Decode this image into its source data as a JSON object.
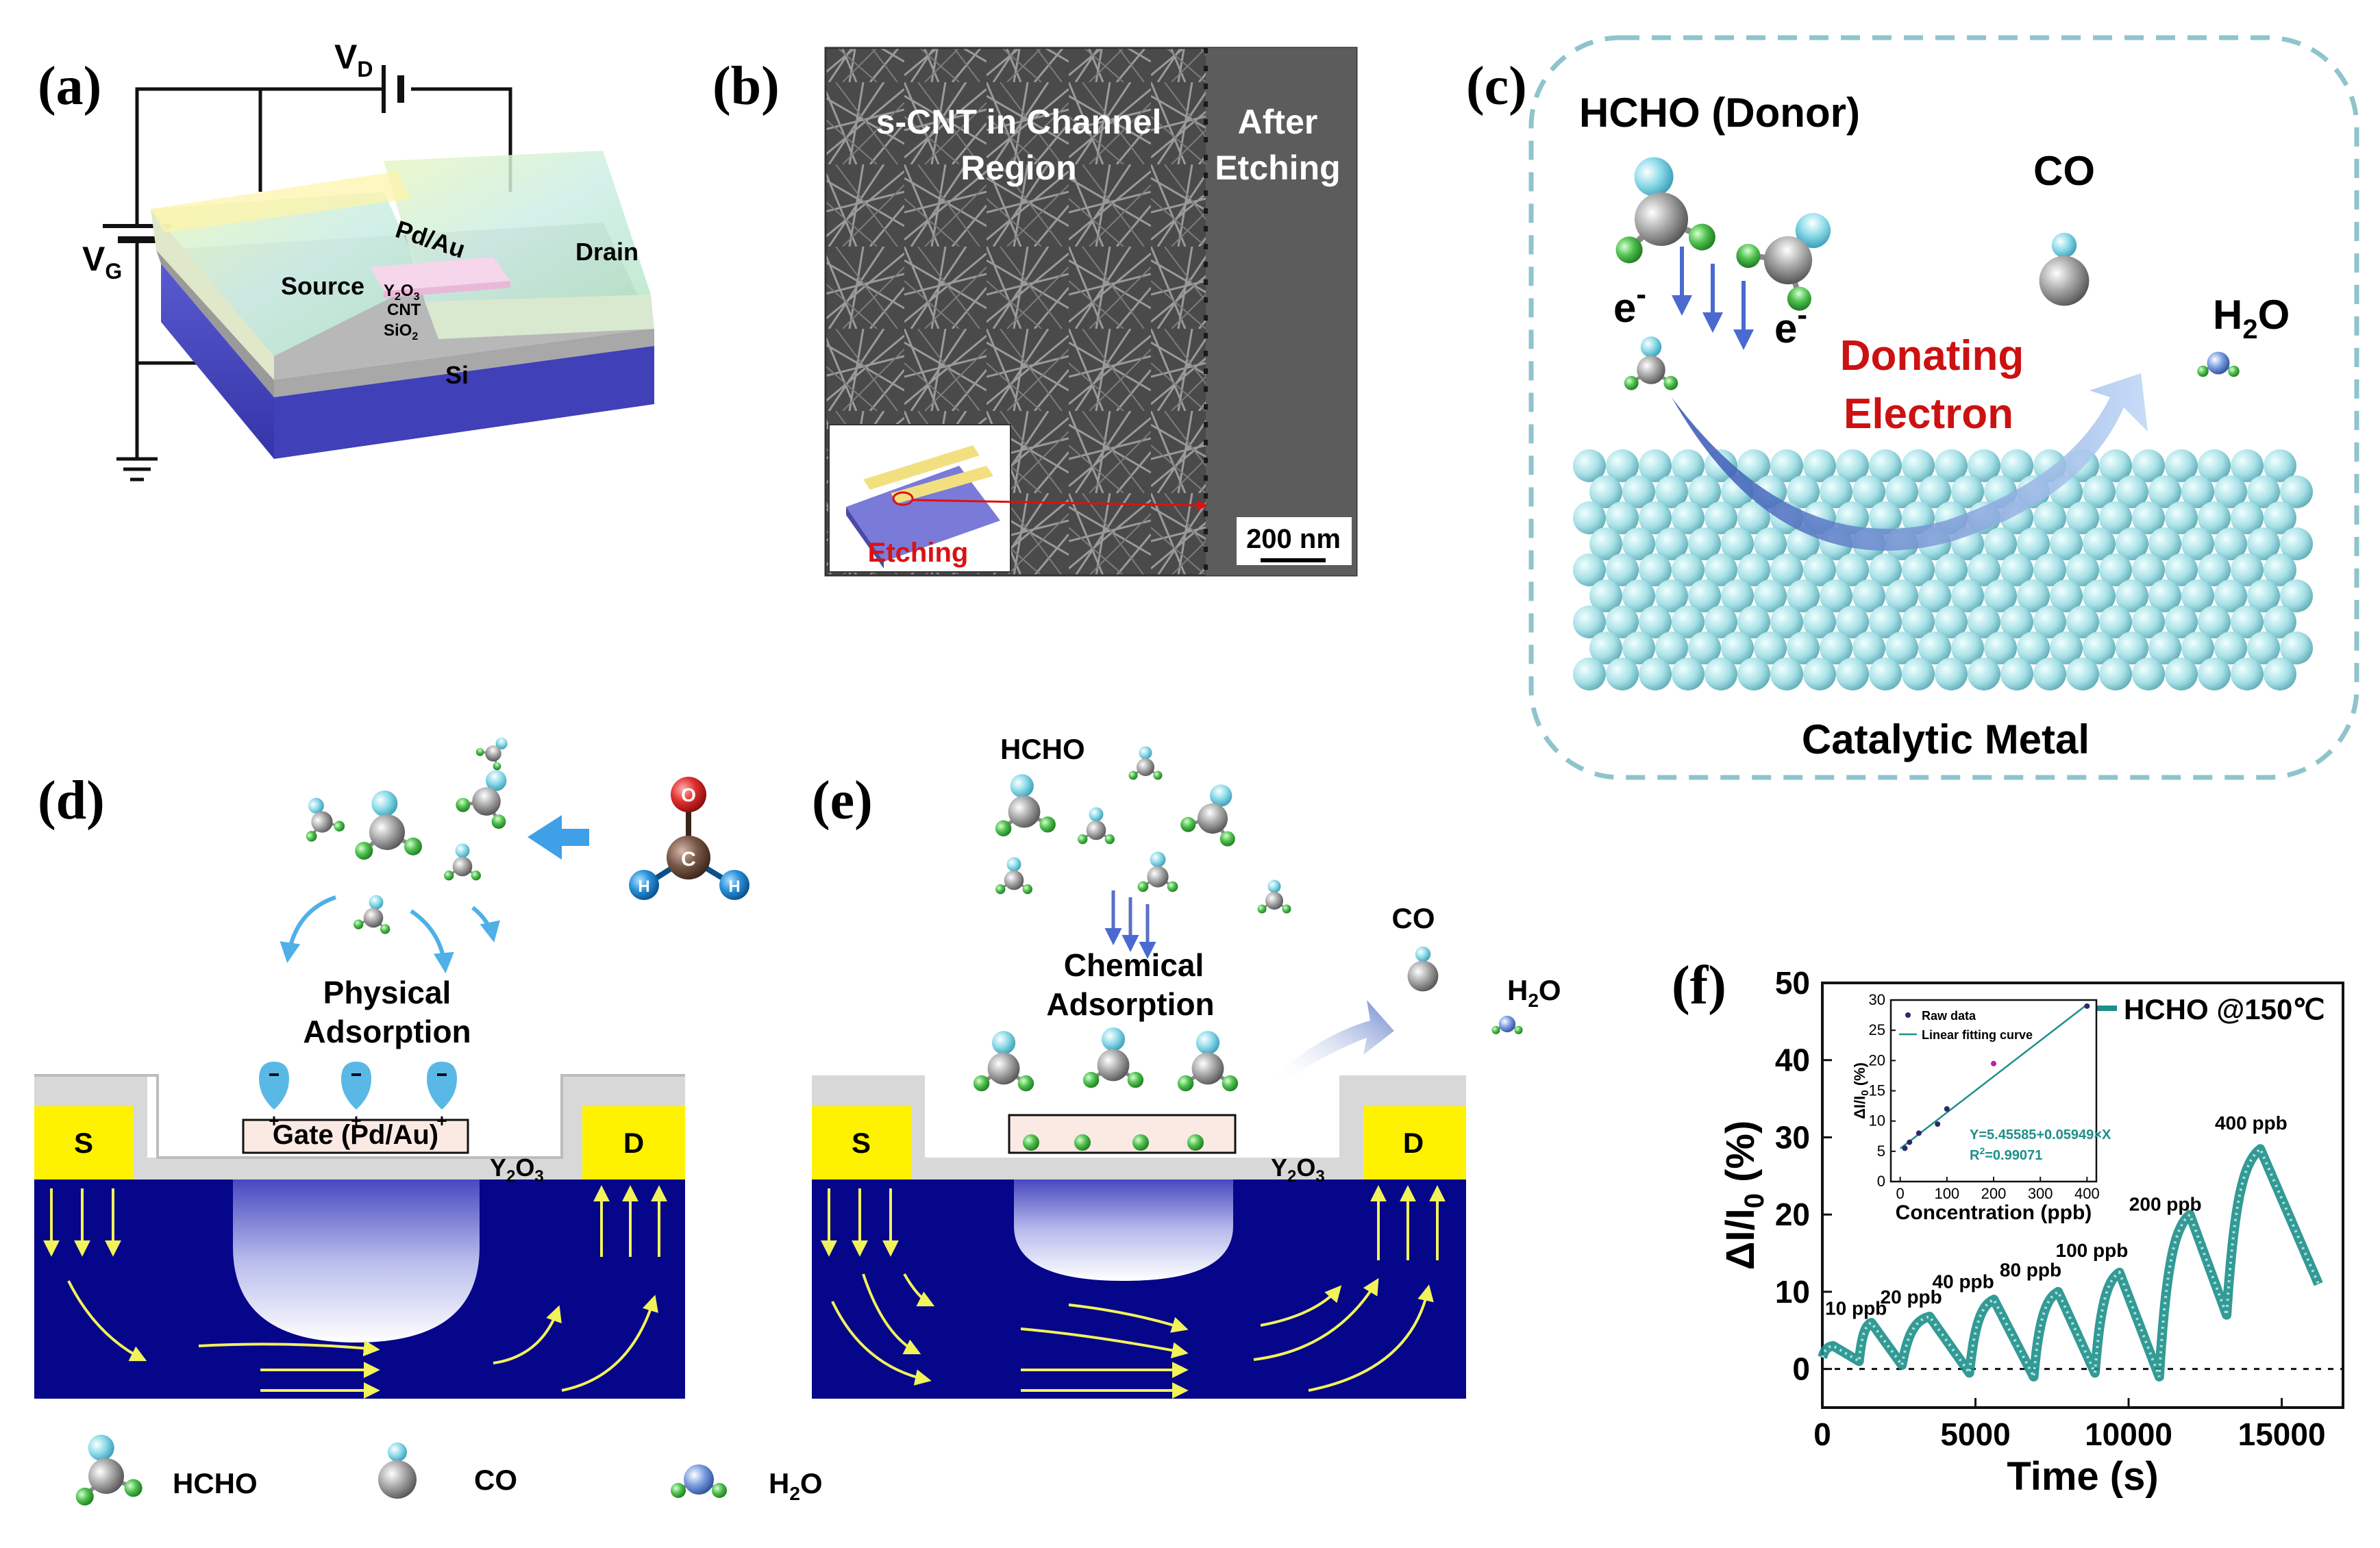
{
  "panels": {
    "a": {
      "label": "(a)",
      "vd": "V",
      "vd_sub": "D",
      "vg": "V",
      "vg_sub": "G",
      "pdau": "Pd/Au",
      "source": "Source",
      "drain": "Drain",
      "y2o3_1": "Y",
      "y2o3_sub1": "2",
      "y2o3_2": "O",
      "y2o3_sub2": "3",
      "cnt": "CNT",
      "sio2": "SiO",
      "sio2_sub": "2",
      "si": "Si"
    },
    "b": {
      "label": "(b)",
      "title1": "s-CNT in Channel",
      "title2": "Region",
      "after1": "After",
      "after2": "Etching",
      "scale": "200 nm",
      "etching": "Etching"
    },
    "c": {
      "label": "(c)",
      "hcho": "HCHO (Donor)",
      "co": "CO",
      "h2o": "H",
      "h2o_sub": "2",
      "h2o_end": "O",
      "e1": "e",
      "e2": "e",
      "minus": "-",
      "donating1": "Donating",
      "donating2": "Electron",
      "metal": "Catalytic Metal"
    },
    "d": {
      "label": "(d)",
      "phys1": "Physical",
      "phys2": "Adsorption",
      "gate": "Gate (Pd/Au)",
      "y2o3": "Y",
      "y2o3_sub1": "2",
      "y2o3_o": "O",
      "y2o3_sub2": "3",
      "s": "S",
      "d": "D",
      "o": "O",
      "c": "C",
      "h": "H"
    },
    "e": {
      "label": "(e)",
      "hcho": "HCHO",
      "chem1": "Chemical",
      "chem2": "Adsorption",
      "co": "CO",
      "h2o": "H",
      "h2o_sub": "2",
      "h2o_end": "O",
      "y2o3": "Y",
      "y2o3_sub1": "2",
      "y2o3_o": "O",
      "y2o3_sub2": "3",
      "s": "S",
      "d": "D"
    },
    "f": {
      "label": "(f)"
    }
  },
  "legend": {
    "hcho": "HCHO",
    "co": "CO",
    "h2o": "H",
    "h2o_sub": "2",
    "h2o_end": "O"
  },
  "colors": {
    "teal": "#1d8f8a",
    "gate_yellow": "#fff200",
    "substrate_blue": "#0a0a8a",
    "arrow_yellow": "#f2f25a",
    "red_text": "#cc1111",
    "cyan_atom": "#7fd3e6",
    "green_atom": "#3fae3f"
  },
  "chart_data": [
    {
      "type": "line",
      "name_label": "HCHO @150℃",
      "xlabel": "Time (s)",
      "ylabel": "ΔI/I",
      "ylabel_sub": "0",
      "ylabel_unit": " (%)",
      "xlim": [
        0,
        17000
      ],
      "ylim": [
        -5,
        50
      ],
      "xticks": [
        0,
        5000,
        10000,
        15000
      ],
      "yticks": [
        0,
        10,
        20,
        30,
        40,
        50
      ],
      "annotations": [
        {
          "text": "10 ppb",
          "x": 1100,
          "y": 7
        },
        {
          "text": "20 ppb",
          "x": 2900,
          "y": 8.5
        },
        {
          "text": "40 ppb",
          "x": 4600,
          "y": 10.5
        },
        {
          "text": "80 ppb",
          "x": 6800,
          "y": 12
        },
        {
          "text": "100 ppb",
          "x": 8800,
          "y": 14.5
        },
        {
          "text": "200 ppb",
          "x": 11200,
          "y": 20.5
        },
        {
          "text": "400 ppb",
          "x": 14000,
          "y": 31
        }
      ],
      "baseline": 0,
      "pulses": [
        {
          "start": 0,
          "peak_t": 350,
          "peak": 3.0,
          "end": 1200,
          "low": 1.0
        },
        {
          "start": 1200,
          "peak_t": 1600,
          "peak": 6.0,
          "end": 2600,
          "low": 0.5
        },
        {
          "start": 2600,
          "peak_t": 3500,
          "peak": 6.8,
          "end": 4800,
          "low": -0.5
        },
        {
          "start": 4800,
          "peak_t": 5600,
          "peak": 9.0,
          "end": 6900,
          "low": -1.0
        },
        {
          "start": 6900,
          "peak_t": 7700,
          "peak": 10.0,
          "end": 8900,
          "low": -0.5
        },
        {
          "start": 8900,
          "peak_t": 9700,
          "peak": 12.5,
          "end": 11000,
          "low": -1.0
        },
        {
          "start": 11000,
          "peak_t": 12000,
          "peak": 20.0,
          "end": 13200,
          "low": 7.0
        },
        {
          "start": 13200,
          "peak_t": 14300,
          "peak": 28.5,
          "end": 16200,
          "low": 11.0
        }
      ]
    },
    {
      "type": "scatter",
      "legend": [
        "Raw data",
        "Linear fitting curve"
      ],
      "xlabel": "Concentration (ppb)",
      "ylabel": "ΔI/I",
      "ylabel_sub": "0",
      "ylabel_unit": " (%)",
      "xlim": [
        -20,
        420
      ],
      "ylim": [
        0,
        30
      ],
      "xticks": [
        0,
        100,
        200,
        300,
        400
      ],
      "yticks": [
        0,
        5,
        10,
        15,
        20,
        25,
        30
      ],
      "x": [
        10,
        20,
        40,
        80,
        100,
        200,
        400
      ],
      "y": [
        5.5,
        6.5,
        8.0,
        9.5,
        12.0,
        19.5,
        29.0
      ],
      "fit": {
        "intercept": 5.45585,
        "slope": 0.05949
      },
      "eq": "Y=5.45585+0.05949×X",
      "r2": "R",
      "r2_sup": "2",
      "r2_val": "=0.99071"
    }
  ]
}
